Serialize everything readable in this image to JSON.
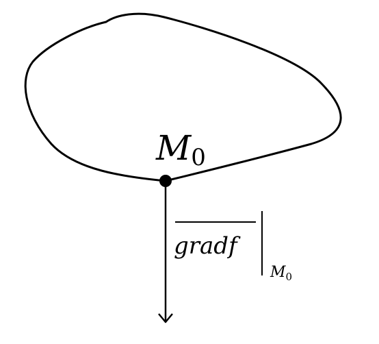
{
  "diagram": {
    "point_label": {
      "base": "M",
      "subscript": "0"
    },
    "vector_label": {
      "text": "gradf",
      "eval_base": "M",
      "eval_subscript": "0"
    },
    "colors": {
      "stroke": "#000000",
      "background": "#ffffff"
    }
  }
}
